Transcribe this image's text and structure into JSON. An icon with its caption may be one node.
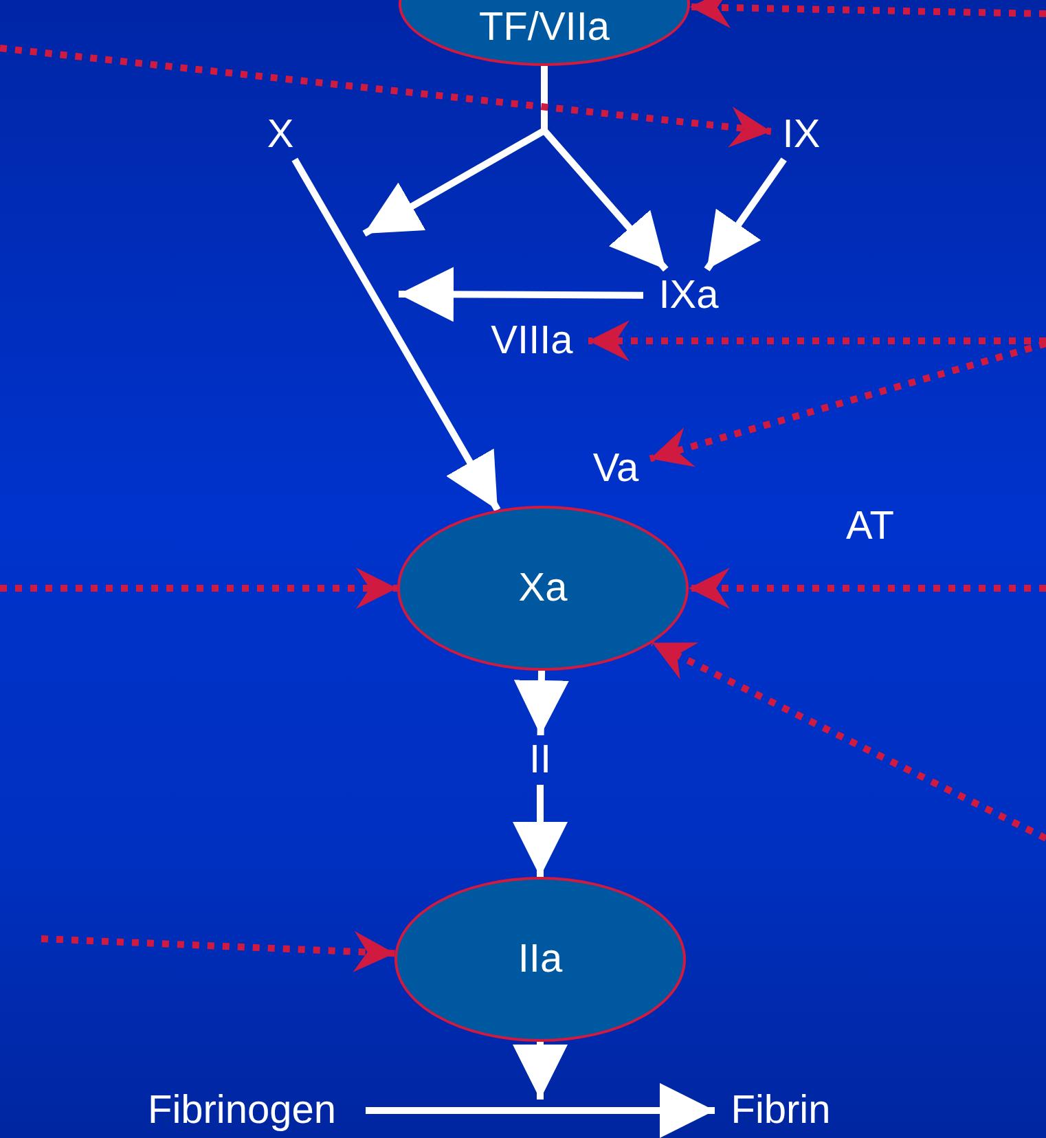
{
  "diagram": {
    "nodes": [
      {
        "text": [
          "TF/VIIa"
        ]
      },
      {
        "text": [
          "X"
        ]
      },
      {
        "text": [
          "IX"
        ]
      },
      {
        "text": [
          "IXa"
        ]
      },
      {
        "text": [
          "VIIIa"
        ]
      },
      {
        "text": [
          "Va"
        ]
      },
      {
        "text": [
          "AT"
        ]
      },
      {
        "text": [
          "Xa"
        ]
      },
      {
        "text": [
          "II"
        ]
      },
      {
        "text": [
          "IIa"
        ]
      },
      {
        "text": [
          "Fibrinogen"
        ]
      },
      {
        "text": [
          "Fibrin"
        ]
      }
    ],
    "edges": [
      {
        "from": 0,
        "to": null,
        "arrow": "to"
      },
      {
        "from": 0,
        "to": 3,
        "arrow": "to"
      },
      {
        "from": 2,
        "to": 3,
        "arrow": "to"
      },
      {
        "from": 3,
        "to": null,
        "arrow": "to"
      },
      {
        "from": 1,
        "to": 7,
        "arrow": "to"
      },
      {
        "from": 7,
        "to": 8,
        "arrow": "to"
      },
      {
        "from": 8,
        "to": 9,
        "arrow": "to"
      },
      {
        "from": 9,
        "to": null,
        "arrow": "to"
      },
      {
        "from": 10,
        "to": 11,
        "arrow": "to"
      },
      {
        "from": null,
        "to": 0,
        "arrow": "to",
        "style": "dashed",
        "color": "#d01a40"
      },
      {
        "from": null,
        "to": 2,
        "arrow": "to",
        "style": "dashed",
        "color": "#d01a40"
      },
      {
        "from": null,
        "to": 4,
        "arrow": "to",
        "style": "dashed",
        "color": "#d01a40"
      },
      {
        "from": null,
        "to": 5,
        "arrow": "to",
        "style": "dashed",
        "color": "#d01a40"
      },
      {
        "from": null,
        "to": 7,
        "arrow": "to",
        "style": "dashed",
        "color": "#d01a40"
      },
      {
        "from": null,
        "to": 7,
        "arrow": "to",
        "style": "dashed",
        "color": "#d01a40"
      },
      {
        "from": null,
        "to": 7,
        "arrow": "to",
        "style": "dashed",
        "color": "#d01a40"
      },
      {
        "from": null,
        "to": 9,
        "arrow": "to",
        "style": "dashed",
        "color": "#d01a40"
      }
    ]
  }
}
